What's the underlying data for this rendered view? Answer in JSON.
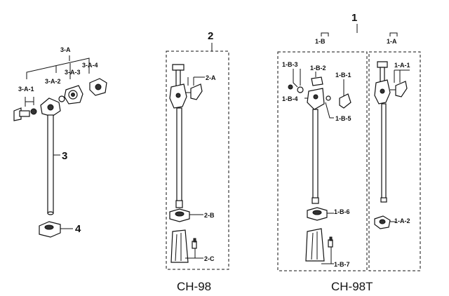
{
  "labels": {
    "n3A": "3-A",
    "n3A1": "3-A-1",
    "n3A2": "3-A-2",
    "n3A3": "3-A-3",
    "n3A4": "3-A-4",
    "n3": "3",
    "n4": "4",
    "n2": "2",
    "n2A": "2-A",
    "n2B": "2-B",
    "n2C": "2-C",
    "n1": "1",
    "n1B": "1-B",
    "n1A": "1-A",
    "n1B3": "1-B-3",
    "n1B2": "1-B-2",
    "n1B1": "1-B-1",
    "n1B4": "1-B-4",
    "n1B5": "1-B-5",
    "n1B6": "1-B-6",
    "n1B7": "1-B-7",
    "n1A1": "1-A-1",
    "n1A2": "1-A-2"
  },
  "models": {
    "left": "CH-98",
    "right": "CH-98T"
  }
}
